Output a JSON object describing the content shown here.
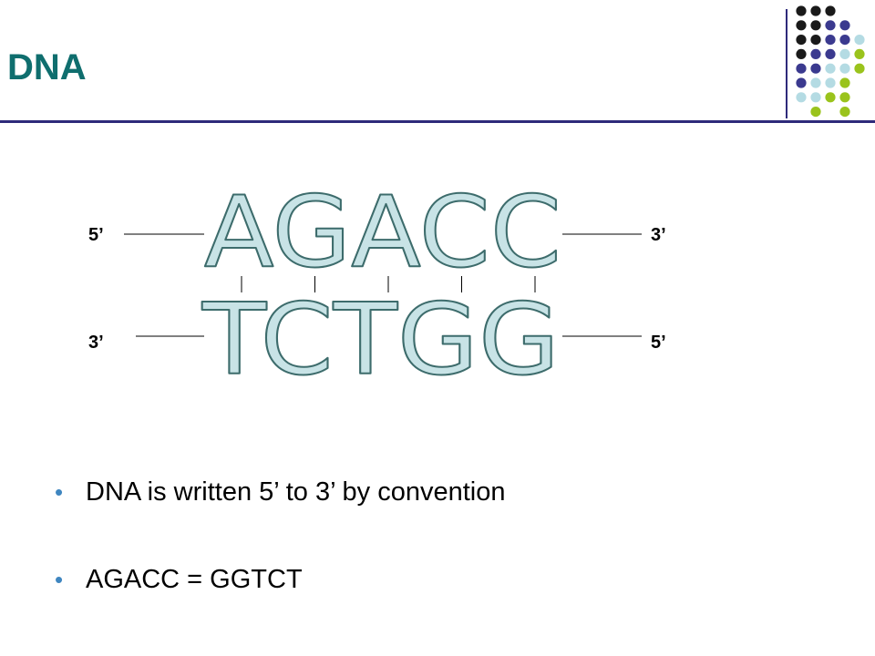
{
  "slide": {
    "title": "DNA",
    "bullets": [
      "DNA is written 5’ to 3’ by convention",
      "AGACC = GGTCT"
    ]
  },
  "diagram": {
    "top_strand": {
      "left_label": "5’",
      "sequence": "AGACC",
      "right_label": "3’"
    },
    "bottom_strand": {
      "left_label": "3’",
      "sequence": "TCTGG",
      "right_label": "5’"
    },
    "base_pairs": 5
  },
  "decor": {
    "dot_grid_colors": [
      [
        "#1a1a1a",
        "#1a1a1a",
        "#1a1a1a",
        null,
        null
      ],
      [
        "#1a1a1a",
        "#1a1a1a",
        "#3b3a8f",
        "#3b3a8f",
        null
      ],
      [
        "#1a1a1a",
        "#1a1a1a",
        "#3b3a8f",
        "#3b3a8f",
        "#b4dbe3"
      ],
      [
        "#1a1a1a",
        "#3b3a8f",
        "#3b3a8f",
        "#b4dbe3",
        "#9ac31c"
      ],
      [
        "#3b3a8f",
        "#3b3a8f",
        "#b4dbe3",
        "#b4dbe3",
        "#9ac31c"
      ],
      [
        "#3b3a8f",
        "#b4dbe3",
        "#b4dbe3",
        "#9ac31c",
        null
      ],
      [
        "#b4dbe3",
        "#b4dbe3",
        "#9ac31c",
        "#9ac31c",
        null
      ],
      [
        null,
        "#9ac31c",
        null,
        "#9ac31c",
        null
      ]
    ],
    "bullet_glyph": "•"
  },
  "colors": {
    "title": "#0f6e6e",
    "rule": "#2e2a7a",
    "bullet": "#3f86c0",
    "letter_fill": "#c8e3e6",
    "letter_stroke": "#3d6c6c",
    "text": "#000000"
  }
}
